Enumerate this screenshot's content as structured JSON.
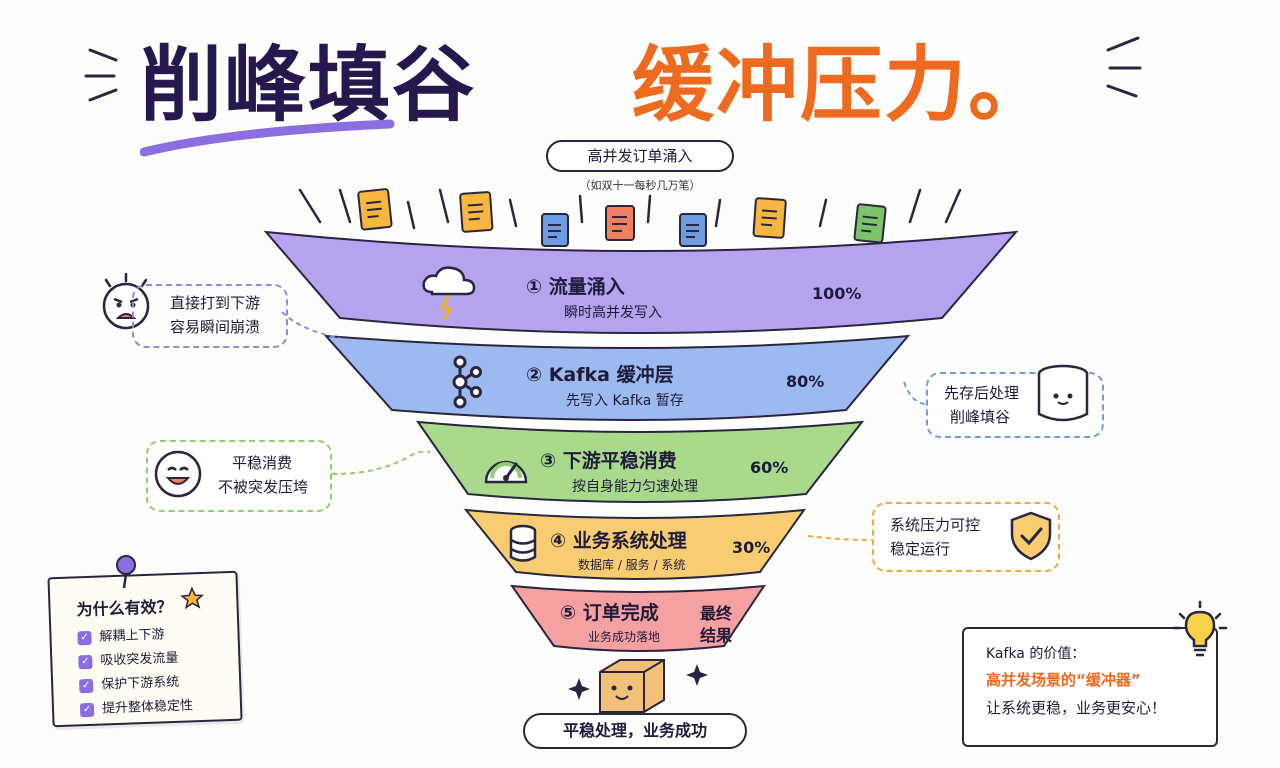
{
  "title": {
    "main": "削峰填谷",
    "accent": "缓冲压力。"
  },
  "inflow": {
    "label": "高并发订单涌入",
    "sub": "（如双十一每秒几万笔）"
  },
  "stages": [
    {
      "title": "① 流量涌入",
      "sub": "瞬时高并发写入",
      "pct": "100%",
      "color": "#b4a3ee",
      "icon": "storm-cloud-icon"
    },
    {
      "title": "② Kafka 缓冲层",
      "sub": "先写入 Kafka 暂存",
      "pct": "80%",
      "color": "#9cbaf0",
      "icon": "kafka-logo-icon"
    },
    {
      "title": "③ 下游平稳消费",
      "sub": "按自身能力匀速处理",
      "pct": "60%",
      "color": "#a9da8c",
      "icon": "speedometer-icon"
    },
    {
      "title": "④ 业务系统处理",
      "sub": "数据库 / 服务 / 系统",
      "pct": "30%",
      "color": "#f8cd72",
      "icon": "database-icon"
    },
    {
      "title": "⑤ 订单完成",
      "sub": "业务成功落地",
      "pct": "最终\n结果",
      "pct_lines": [
        "最终",
        "结果"
      ],
      "color": "#f6a1a1",
      "icon": ""
    }
  ],
  "callouts": {
    "left1": {
      "lines": [
        "直接打到下游",
        "容易瞬间崩溃"
      ],
      "border": "#9b84e6",
      "face": "angry-face-icon"
    },
    "left2": {
      "lines": [
        "平稳消费",
        "不被突发压垮"
      ],
      "border": "#8fcf6f",
      "face": "smile-face-icon"
    },
    "right1": {
      "lines": [
        "先存后处理",
        "削峰填谷"
      ],
      "border": "#6f9be0",
      "face": "cylinder-buffer-icon"
    },
    "right2": {
      "lines": [
        "系统压力可控",
        "稳定运行"
      ],
      "border": "#f0a93a",
      "face": "shield-check-icon"
    }
  },
  "note": {
    "title": "为什么有效？",
    "items": [
      "解耦上下游",
      "吸收突发流量",
      "保护下游系统",
      "提升整体稳定性"
    ]
  },
  "value": {
    "line1": "Kafka 的价值：",
    "line2": "高并发场景的“缓冲器”",
    "line3": "让系统更稳，业务更安心！"
  },
  "result": {
    "label": "平稳处理，业务成功"
  },
  "colors": {
    "navy": "#24184f",
    "orange": "#ee6a1e",
    "purple": "#8b6fe0"
  }
}
